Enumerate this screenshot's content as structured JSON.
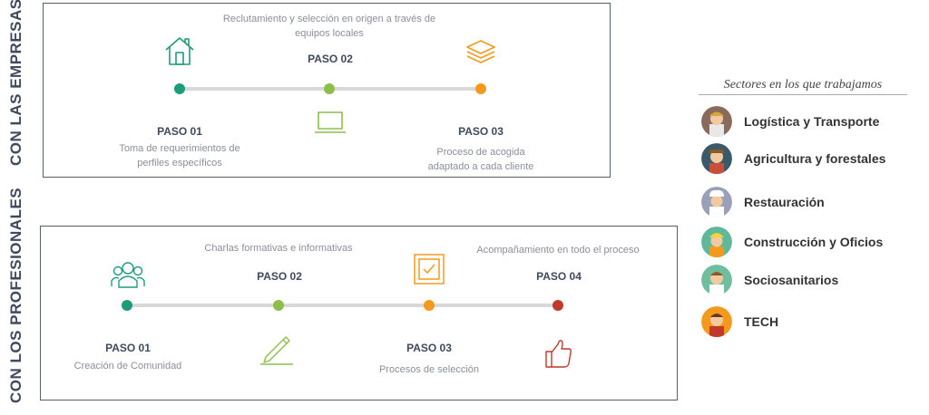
{
  "empresas": {
    "side_label": "CON LAS EMPRESAS",
    "top_desc": "Reclutamiento y selección en origen a través de equipos locales",
    "steps": [
      {
        "label": "PASO 01",
        "desc": "Toma de requerimientos de perfiles específicos",
        "color": "#1e9c7a"
      },
      {
        "label": "PASO 02",
        "desc": "Reclutamiento y selección en origen a través de equipos locales",
        "color": "#8cbf4a"
      },
      {
        "label": "PASO 03",
        "desc": "Proceso de acogida adaptado a cada cliente",
        "color": "#f39a1e"
      }
    ],
    "icons": [
      "house-icon",
      "laptop-icon",
      "layers-icon"
    ]
  },
  "profesionales": {
    "side_label": "CON LOS PROFESIONALES",
    "steps": [
      {
        "label": "PASO 01",
        "desc": "Creación de Comunidad",
        "color": "#1e9c7a"
      },
      {
        "label": "PASO 02",
        "desc": "Charlas formativas e informativas",
        "color": "#8cbf4a"
      },
      {
        "label": "PASO 03",
        "desc": "Procesos de selección",
        "color": "#f39a1e"
      },
      {
        "label": "PASO 04",
        "desc": "Acompañamiento en todo el proceso",
        "color": "#c0392b"
      }
    ],
    "icons": [
      "community-icon",
      "pencil-icon",
      "checkbox-icon",
      "thumbs-up-icon"
    ]
  },
  "sectors": {
    "title": "Sectores en los que trabajamos",
    "items": [
      {
        "label": "Logística y Transporte",
        "avatar": "#8a6a5c"
      },
      {
        "label": "Agricultura y forestales",
        "avatar": "#3a5a6a"
      },
      {
        "label": "Restauración",
        "avatar": "#9aa0b8"
      },
      {
        "label": "Construcción y Oficios",
        "avatar": "#5fb89a"
      },
      {
        "label": "Sociosanitarios",
        "avatar": "#6fbf9f"
      },
      {
        "label": "TECH",
        "avatar": "#f39a1e"
      }
    ]
  }
}
